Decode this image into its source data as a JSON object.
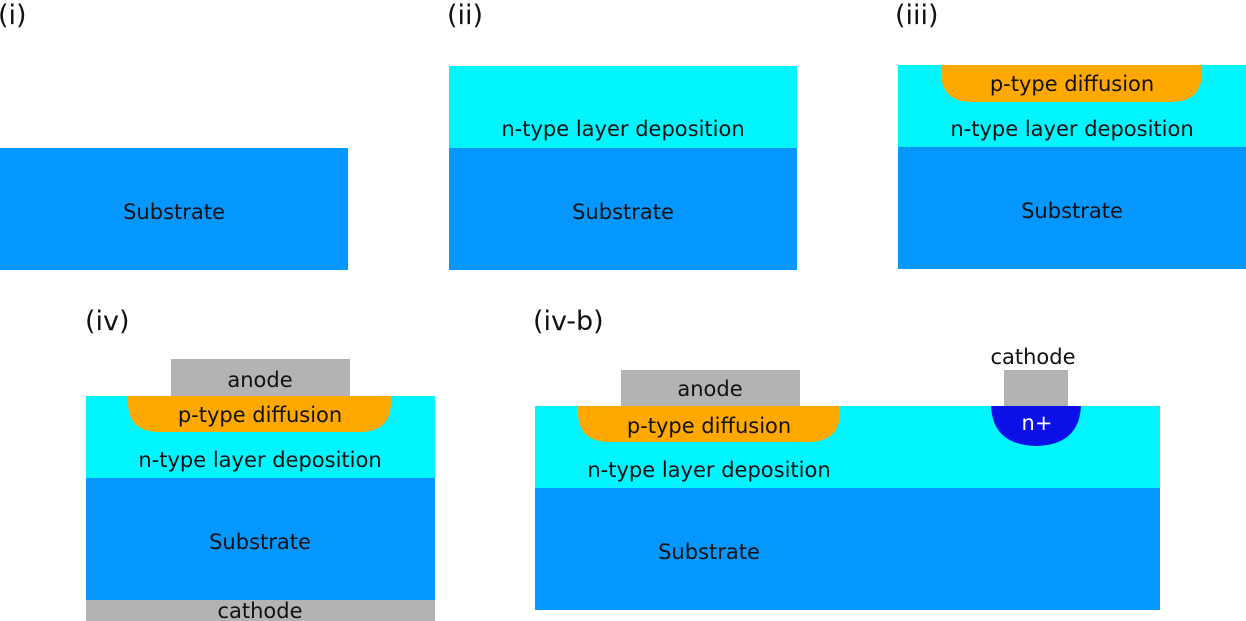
{
  "colors": {
    "substrate": "#0497ff",
    "n_layer": "#00f5ff",
    "p_diffusion": "#ffa800",
    "metal": "#b3b3b3",
    "n_plus": "#0a10e6",
    "text": "#111111",
    "n_plus_text": "#ffffff"
  },
  "panels": {
    "p1": {
      "label": "(i)",
      "substrate": "Substrate"
    },
    "p2": {
      "label": "(ii)",
      "n_layer": "n-type layer deposition",
      "substrate": "Substrate"
    },
    "p3": {
      "label": "(iii)",
      "p_diffusion": "p-type diffusion",
      "n_layer": "n-type layer deposition",
      "substrate": "Substrate"
    },
    "p4": {
      "label": "(iv)",
      "anode": "anode",
      "p_diffusion": "p-type diffusion",
      "n_layer": "n-type layer deposition",
      "substrate": "Substrate",
      "cathode": "cathode"
    },
    "p5": {
      "label": "(iv-b)",
      "anode": "anode",
      "cathode": "cathode",
      "p_diffusion": "p-type diffusion",
      "n_plus": "n+",
      "n_layer": "n-type layer deposition",
      "substrate": "Substrate"
    }
  }
}
